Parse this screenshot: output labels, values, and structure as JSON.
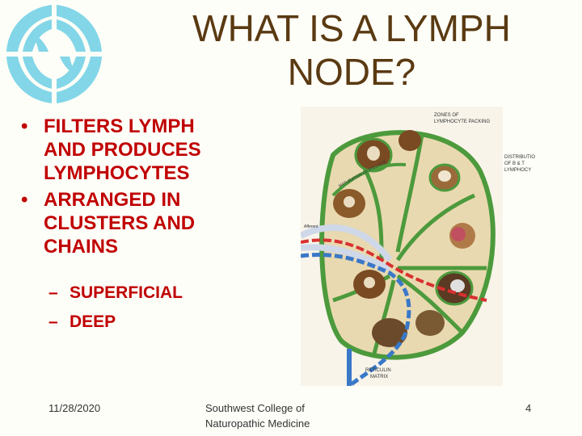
{
  "slide": {
    "title_line1": "WHAT IS A LYMPH",
    "title_line2": "NODE?",
    "bullets": [
      {
        "lines": [
          "FILTERS LYMPH",
          "AND PRODUCES",
          "LYMPHOCYTES"
        ]
      },
      {
        "lines": [
          "ARRANGED IN",
          "CLUSTERS AND",
          "CHAINS"
        ]
      }
    ],
    "sub_bullets": [
      "SUPERFICIAL",
      "DEEP"
    ],
    "bullet_glyph": "•",
    "dash_glyph": "–"
  },
  "figure": {
    "labels": {
      "top1": "ZONES OF",
      "top2": "LYMPHOCYTE PACKING",
      "r1": "DISTRIBUTIO",
      "r2": "OF B & T",
      "r3": "LYMPHOCY",
      "bottom1": "RETICULIN",
      "bottom2": "MATRIX",
      "arc": "MATURATION OF FOLLICLE",
      "left": "Afferent"
    }
  },
  "footer": {
    "date": "11/28/2020",
    "org_line1": "Southwest College of",
    "org_line2": "Naturopathic Medicine",
    "page": "4"
  },
  "colors": {
    "title": "#5a3a12",
    "bullet": "#c00000",
    "logo": "#7fd4e6"
  }
}
